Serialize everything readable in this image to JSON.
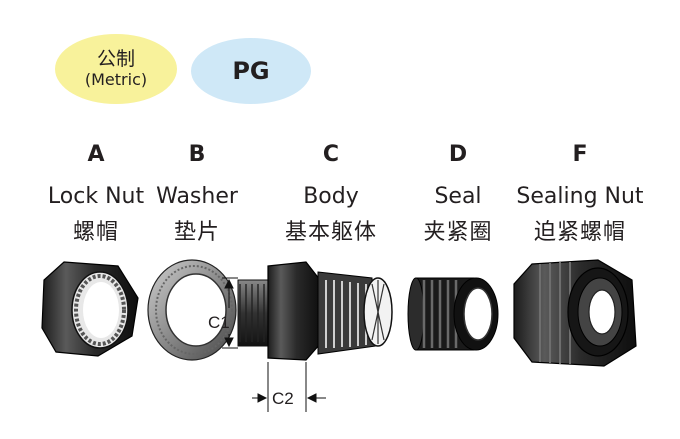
{
  "badges": {
    "metric": {
      "cn": "公制",
      "en": "(Metric)",
      "color": "#f8f29b"
    },
    "pg": {
      "label": "PG",
      "color": "#cfe8f7"
    }
  },
  "components": [
    {
      "letter": "A",
      "name_en": "Lock Nut",
      "name_cn": "螺帽"
    },
    {
      "letter": "B",
      "name_en": "Washer",
      "name_cn": "垫片"
    },
    {
      "letter": "C",
      "name_en": "Body",
      "name_cn": "基本躯体"
    },
    {
      "letter": "D",
      "name_en": "Seal",
      "name_cn": "夹紧圈"
    },
    {
      "letter": "F",
      "name_en": "Sealing Nut",
      "name_cn": "迫紧螺帽"
    }
  ],
  "dimensions": {
    "c1": "C1",
    "c2": "C2"
  }
}
